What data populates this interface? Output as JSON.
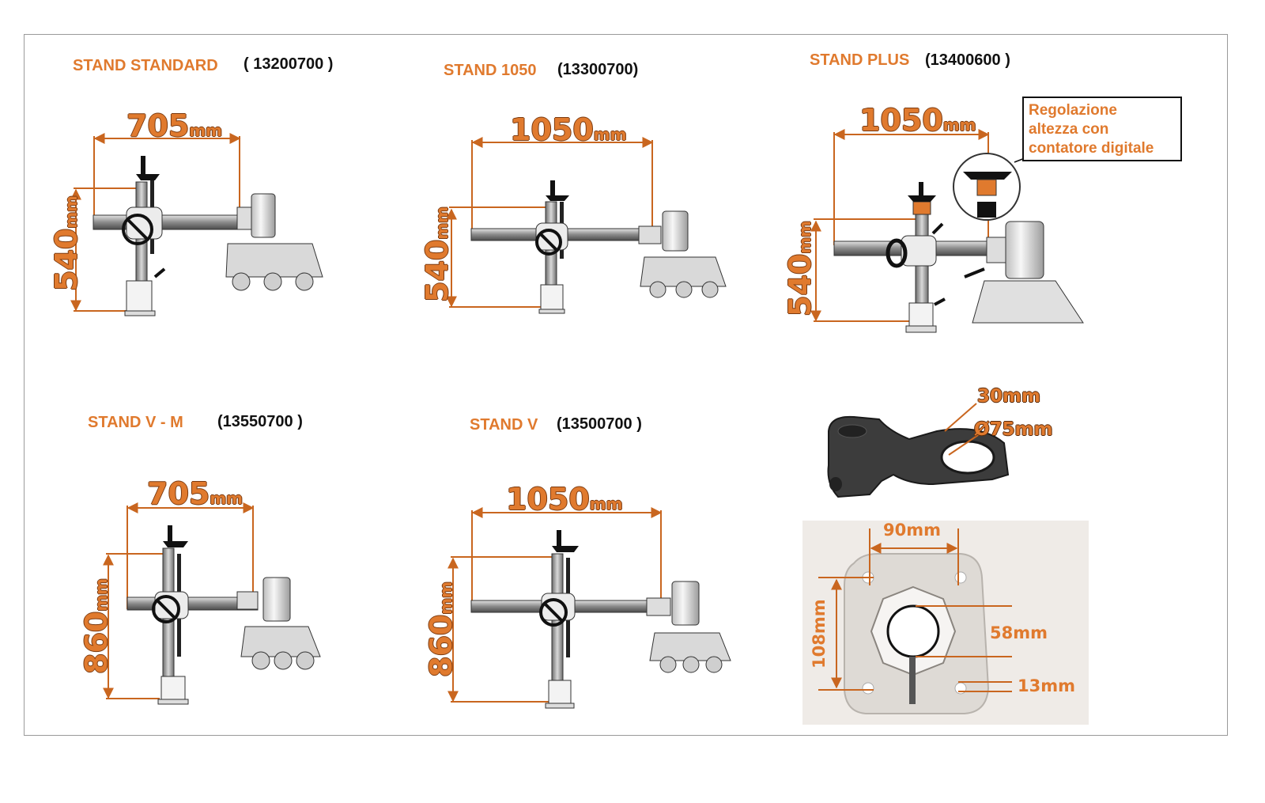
{
  "stands": [
    {
      "title": "STAND STANDARD",
      "code": "( 13200700 )",
      "width": "705",
      "height": "540",
      "unit": "mm"
    },
    {
      "title": "STAND 1050",
      "code": "(13300700)",
      "width": "1050",
      "height": "540",
      "unit": "mm"
    },
    {
      "title": "STAND PLUS",
      "code": "(13400600 )",
      "width": "1050",
      "height": "540",
      "unit": "mm"
    },
    {
      "title": "STAND V - M",
      "code": "(13550700 )",
      "width": "705",
      "height": "860",
      "unit": "mm"
    },
    {
      "title": "STAND V",
      "code": "(13500700 )",
      "width": "1050",
      "height": "860",
      "unit": "mm"
    }
  ],
  "callout": {
    "line1": "Regolazione",
    "line2": "altezza con",
    "line3": "contatore digitale"
  },
  "clamp": {
    "thickness": "30mm",
    "diameter": "Ø75mm"
  },
  "base": {
    "width": "90mm",
    "height": "108mm",
    "hex": "58mm",
    "slot": "13mm"
  },
  "colors": {
    "accent": "#e07a2e",
    "text": "#111111",
    "frame": "#9a9a9a"
  }
}
